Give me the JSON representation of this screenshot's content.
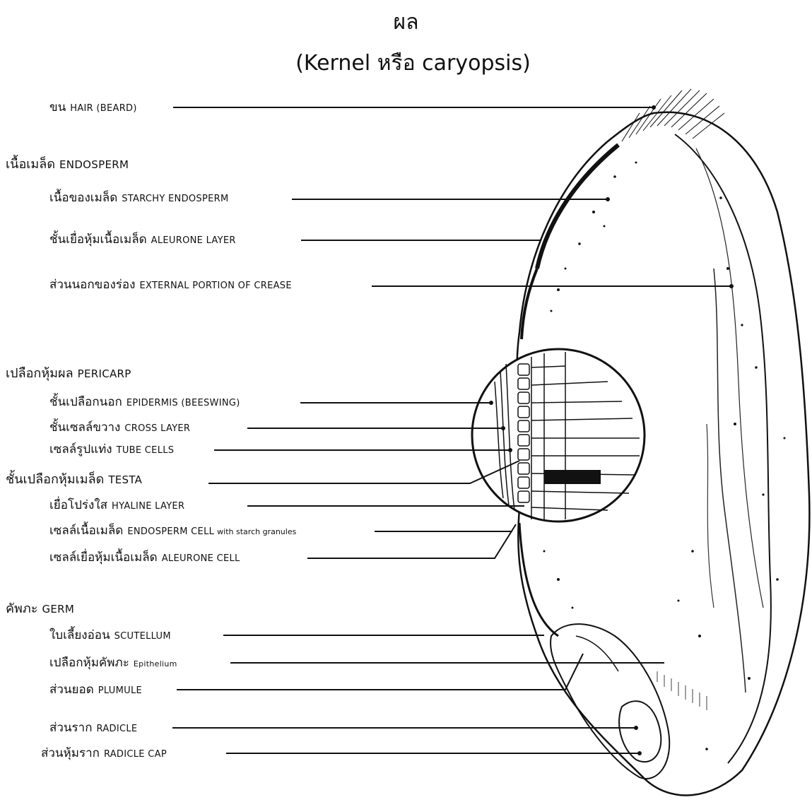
{
  "title": "ผล",
  "subtitle": "(Kernel หรือ caryopsis)",
  "labels": {
    "hair": {
      "th": "ขน",
      "en": "HAIR (BEARD)"
    },
    "endosperm": {
      "th": "เนื้อเมล็ด",
      "en": "ENDOSPERM"
    },
    "starchy": {
      "th": "เนื้อของเมล็ด",
      "en": "STARCHY ENDOSPERM"
    },
    "aleurone_layer": {
      "th": "ชั้นเยื่อหุ้มเนื้อเมล็ด",
      "en": "ALEURONE LAYER"
    },
    "crease": {
      "th": "ส่วนนอกของร่อง",
      "en": "EXTERNAL PORTION OF CREASE"
    },
    "pericarp": {
      "th": "เปลือกหุ้มผล",
      "en": "PERICARP"
    },
    "epidermis": {
      "th": "ชั้นเปลือกนอก",
      "en": "EPIDERMIS (BEESWING)"
    },
    "cross": {
      "th": "ชั้นเซลล์ขวาง",
      "en": "CROSS LAYER"
    },
    "tube": {
      "th": "เซลล์รูปแท่ง",
      "en": "TUBE CELLS"
    },
    "testa": {
      "th": "ชั้นเปลือกหุ้มเมล็ด",
      "en": "TESTA"
    },
    "hyaline": {
      "th": "เยื่อโปร่งใส",
      "en": "HYALINE LAYER"
    },
    "endo_cell": {
      "th": "เซลล์เนื้อเมล็ด",
      "en": "ENDOSPERM CELL",
      "en2": "with starch granules"
    },
    "aleurone_cell": {
      "th": "เซลล์เยื่อหุ้มเนื้อเมล็ด",
      "en": "ALEURONE CELL"
    },
    "germ": {
      "th": "คัพภะ",
      "en": "GERM"
    },
    "scutellum": {
      "th": "ใบเลี้ยงอ่อน",
      "en": "SCUTELLUM"
    },
    "epithelium": {
      "th": "เปลือกหุ้มคัพภะ",
      "en": "Epithelium"
    },
    "plumule": {
      "th": "ส่วนยอด",
      "en": "PLUMULE"
    },
    "radicle": {
      "th": "ส่วนราก",
      "en": "RADICLE"
    },
    "radicle_cap": {
      "th": "ส่วนหุ้มราก",
      "en": "RADICLE CAP"
    }
  }
}
